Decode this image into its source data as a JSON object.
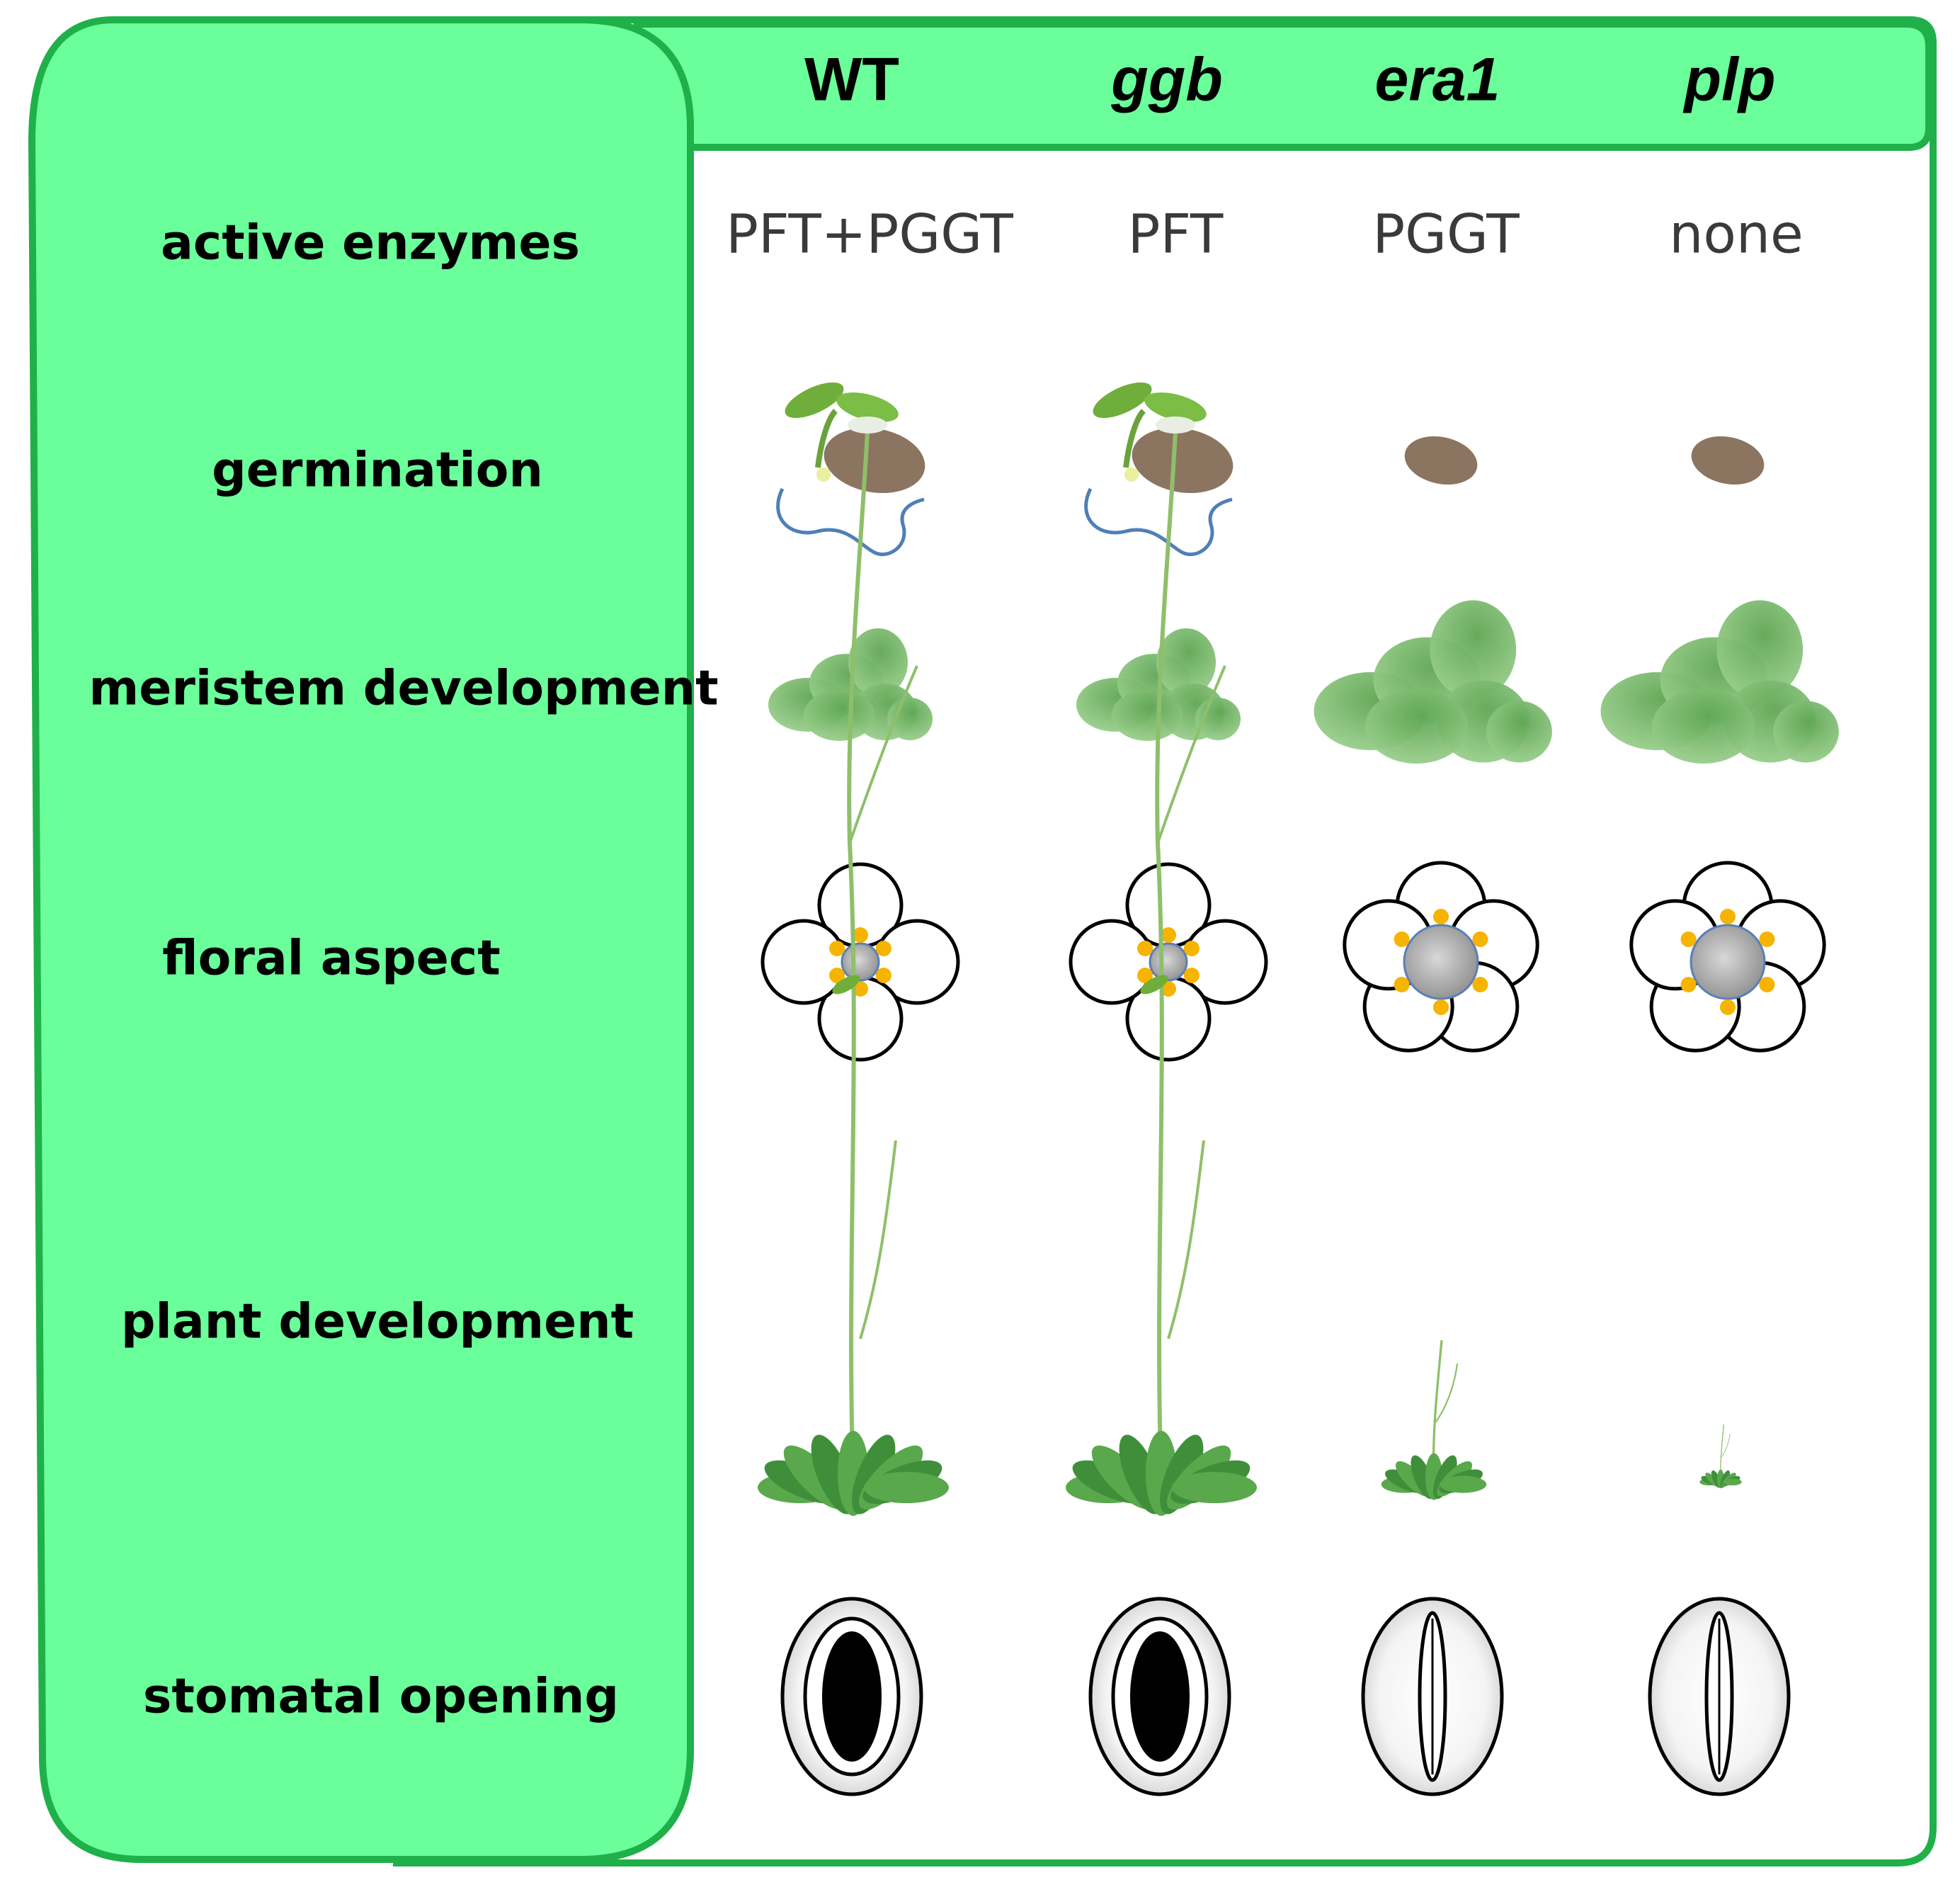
{
  "colors": {
    "panel_green": "#6aff9a",
    "border_green": "#20b04a",
    "seed_brown": "#8b7561",
    "meristem_green": "#7fbf6a",
    "anther_orange": "#f6b400",
    "root_blue": "#4f7fb8"
  },
  "columns": [
    {
      "label": "WT",
      "italic": false,
      "enzymes": "PFT+PGGT",
      "germinated": true,
      "meristem_size": "normal",
      "floral_petals": 4,
      "plant_size": "tall",
      "stoma": "open"
    },
    {
      "label": "ggb",
      "italic": true,
      "enzymes": "PFT",
      "germinated": true,
      "meristem_size": "normal",
      "floral_petals": 4,
      "plant_size": "tall",
      "stoma": "open"
    },
    {
      "label": "era1",
      "italic": true,
      "enzymes": "PGGT",
      "germinated": false,
      "meristem_size": "enlarged",
      "floral_petals": 5,
      "plant_size": "small",
      "stoma": "closed"
    },
    {
      "label": "plp",
      "italic": true,
      "enzymes": "none",
      "germinated": false,
      "meristem_size": "enlarged",
      "floral_petals": 5,
      "plant_size": "dwarf",
      "stoma": "closed"
    }
  ],
  "rows": [
    {
      "label": "active enzymes"
    },
    {
      "label": "germination"
    },
    {
      "label": "meristem development"
    },
    {
      "label": "floral aspect"
    },
    {
      "label": "plant development"
    },
    {
      "label": "stomatal opening"
    }
  ],
  "icons": {
    "seedling": "seedling-icon",
    "seed": "seed-icon",
    "meristem": "meristem-icon",
    "flower": "flower-icon",
    "plant": "arabidopsis-plant-icon",
    "stoma": "stoma-icon"
  }
}
